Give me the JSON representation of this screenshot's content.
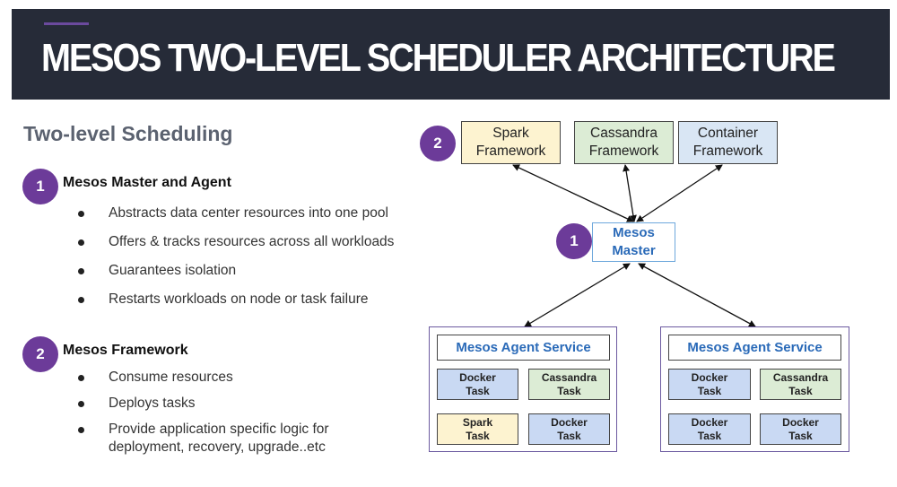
{
  "header": {
    "title": "MESOS TWO-LEVEL SCHEDULER ARCHITECTURE"
  },
  "colors": {
    "header_bg": "#262b38",
    "badge": "#6c3b99",
    "accent_blue": "#2a6ab8"
  },
  "left": {
    "section_title": "Two-level Scheduling",
    "items": [
      {
        "badge": "1",
        "title": "Mesos Master and Agent",
        "bullets": [
          "Abstracts data center resources into one pool",
          "Offers & tracks resources across all workloads",
          "Guarantees isolation",
          "Restarts workloads on node or task failure"
        ]
      },
      {
        "badge": "2",
        "title": "Mesos Framework",
        "bullets": [
          "Consume resources",
          "Deploys tasks",
          "Provide application specific logic for",
          "deployment, recovery, upgrade..etc"
        ]
      }
    ]
  },
  "diagram": {
    "framework_badge": "2",
    "master_badge": "1",
    "frameworks": [
      {
        "line1": "Spark",
        "line2": "Framework"
      },
      {
        "line1": "Cassandra",
        "line2": "Framework"
      },
      {
        "line1": "Container",
        "line2": "Framework"
      }
    ],
    "master": {
      "line1": "Mesos",
      "line2": "Master"
    },
    "agents": [
      {
        "title": "Mesos Agent Service",
        "tasks": [
          {
            "line1": "Docker",
            "line2": "Task"
          },
          {
            "line1": "Cassandra",
            "line2": "Task"
          },
          {
            "line1": "Spark",
            "line2": "Task"
          },
          {
            "line1": "Docker",
            "line2": "Task"
          }
        ]
      },
      {
        "title": "Mesos Agent Service",
        "tasks": [
          {
            "line1": "Docker",
            "line2": "Task"
          },
          {
            "line1": "Cassandra",
            "line2": "Task"
          },
          {
            "line1": "Docker",
            "line2": "Task"
          },
          {
            "line1": "Docker",
            "line2": "Task"
          }
        ]
      }
    ]
  }
}
